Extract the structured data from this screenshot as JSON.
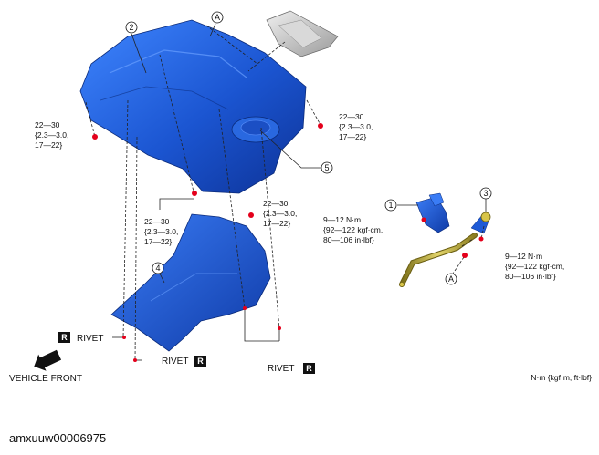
{
  "callouts": {
    "c1": "1",
    "c2": "2",
    "c3": "3",
    "c4": "4",
    "c5": "5",
    "cA_top": "A",
    "cA_bottom": "A"
  },
  "torques": {
    "left": [
      "22—30",
      "{2.3—3.0,",
      "17—22}"
    ],
    "right": [
      "22—30",
      "{2.3—3.0,",
      "17—22}"
    ],
    "mid_center": [
      "22—30",
      "{2.3—3.0,",
      "17—22}"
    ],
    "mid_left": [
      "22—30",
      "{2.3—3.0,",
      "17—22}"
    ],
    "gauge": [
      "9—12 N·m",
      "{92—122 kgf·cm,",
      "80—106 in·lbf}"
    ],
    "filler": [
      "9—12 N·m",
      "{92—122 kgf·cm,",
      "80—106 in·lbf}"
    ]
  },
  "rivets": {
    "r1": {
      "label": "RIVET",
      "badge": "R"
    },
    "r2": {
      "label": "RIVET",
      "badge": "R"
    },
    "r3": {
      "label": "RIVET",
      "badge": "R"
    }
  },
  "vehicle_front": "VEHICLE FRONT",
  "units": "N·m {kgf·m, ft·lbf}",
  "image_id": "amxuuw00006975",
  "colors": {
    "tank_blue": "#1f5fd8",
    "bolt_red": "#e4001b",
    "filler_yellow": "#c8b63a",
    "shield_gray": "#bfbfbf"
  }
}
